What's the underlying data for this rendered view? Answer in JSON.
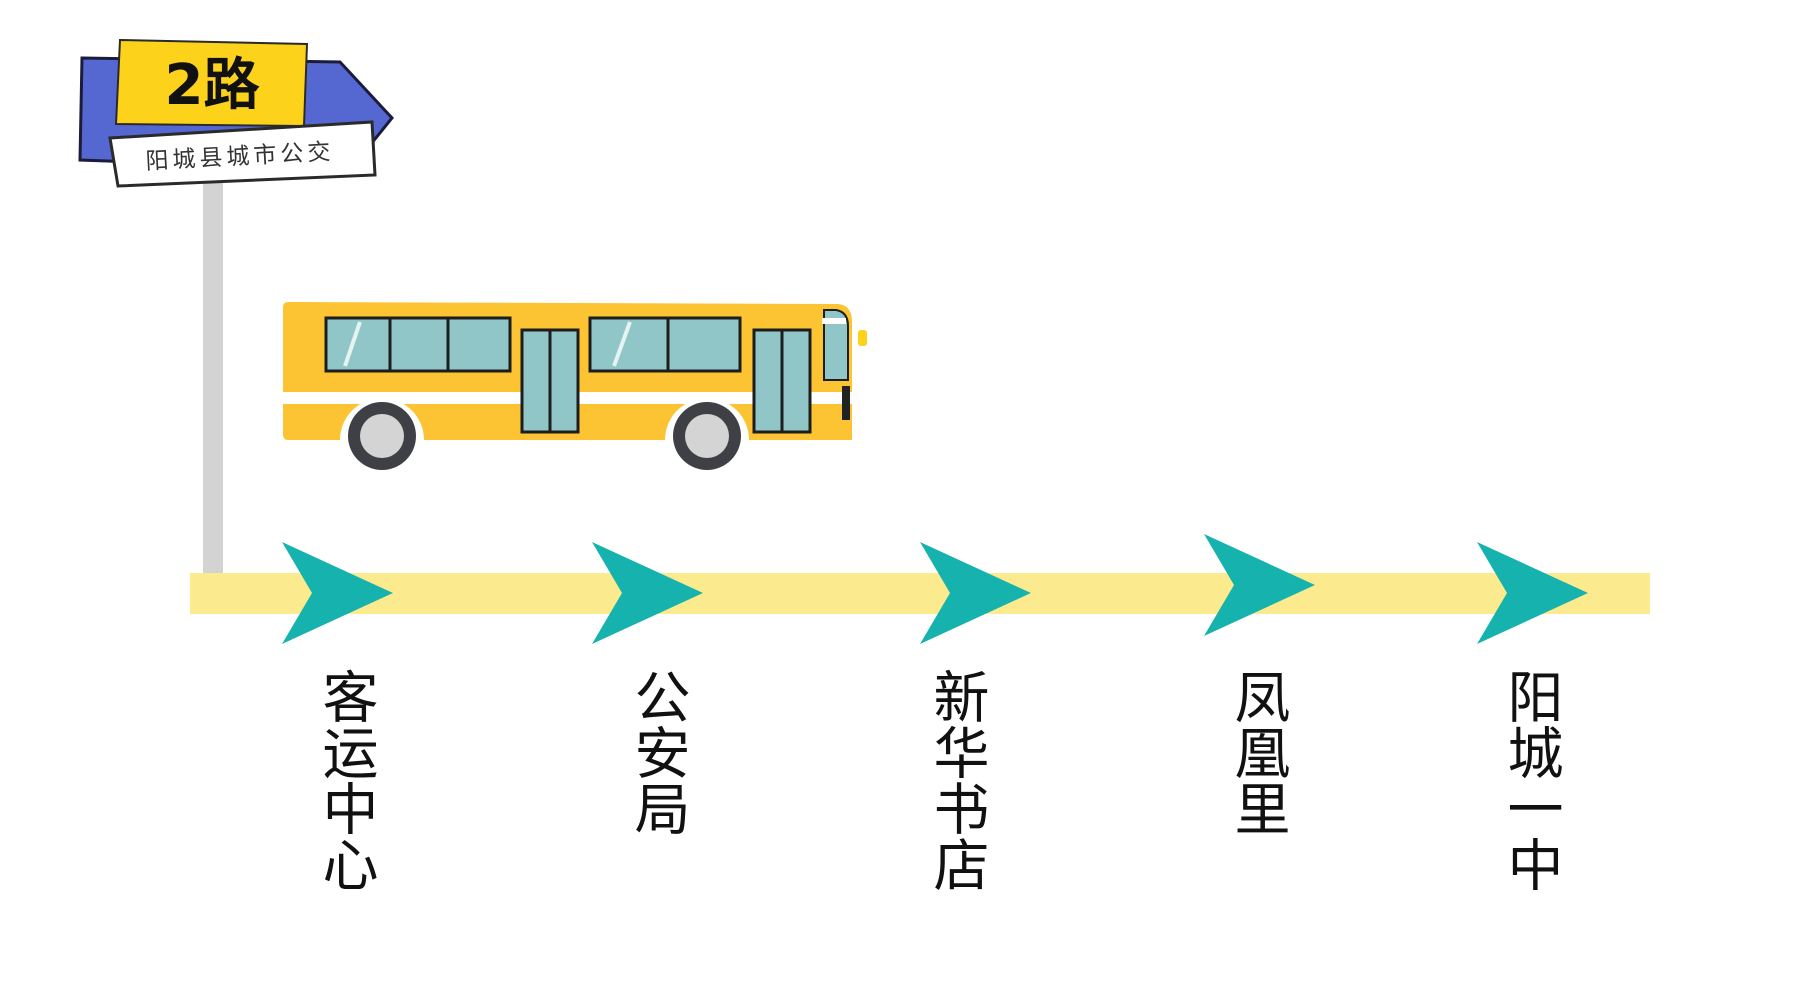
{
  "route_sign": {
    "route_name": "2路",
    "operator": "阳城县城市公交"
  },
  "stops": [
    {
      "name": "客运中心"
    },
    {
      "name": "公安局"
    },
    {
      "name": "新华书店"
    },
    {
      "name": "凤凰里"
    },
    {
      "name": "阳城一中"
    }
  ],
  "colors": {
    "route_line": "#FCEA8E",
    "arrow": "#16B3AE",
    "sign_yellow": "#FCD21B",
    "sign_blue": "#5568D2",
    "bus_body": "#FCC333",
    "bus_window": "#91C6C8",
    "pole": "#D3D3D3"
  }
}
